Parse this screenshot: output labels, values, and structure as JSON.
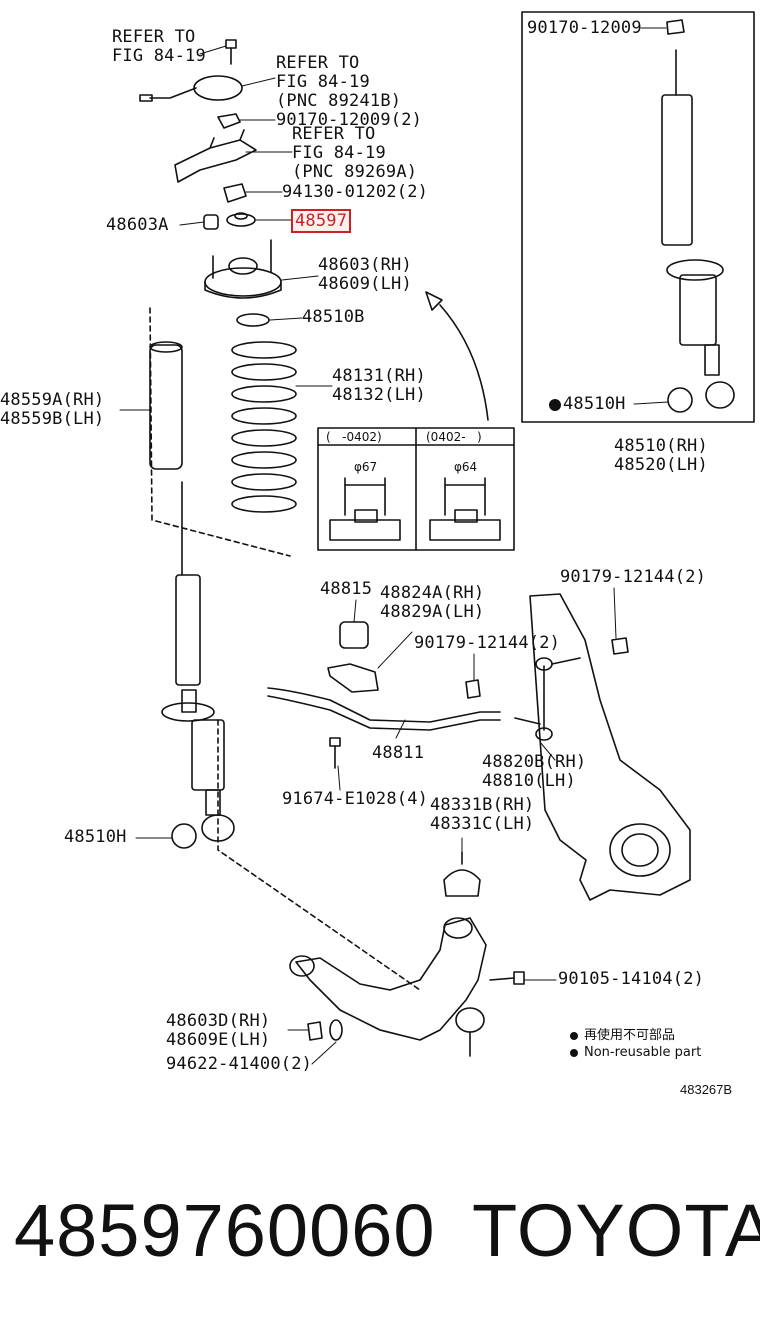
{
  "labels": {
    "refer_top_a": "REFER TO\nFIG 84-19",
    "refer_top_b": "REFER TO\nFIG 84-19\n(PNC 89241B)",
    "pn_90170_2": "90170-12009(2)",
    "refer_mid": "REFER TO\nFIG 84-19\n(PNC 89269A)",
    "pn_94130": "94130-01202(2)",
    "pn_48603a": "48603A",
    "pn_48597": "48597",
    "pn_48603_48609": "48603(RH)\n48609(LH)",
    "pn_48510b": "48510B",
    "pn_48559": "48559A(RH)\n48559B(LH)",
    "pn_48131": "48131(RH)\n48132(LH)",
    "inset_pn_90170": "90170-12009",
    "inset_pn_48510h": "48510H",
    "pn_48510_48520": "48510(RH)\n48520(LH)",
    "variant_a": "(   -0402)",
    "variant_b": "(0402-   )",
    "dia_a": "φ67",
    "dia_b": "φ64",
    "pn_90179_top": "90179-12144(2)",
    "pn_48815": "48815",
    "pn_48824": "48824A(RH)\n48829A(LH)",
    "pn_90179_mid": "90179-12144(2)",
    "pn_48811": "48811",
    "pn_48820": "48820B(RH)\n48810(LH)",
    "pn_91674": "91674-E1028(4)",
    "pn_48331": "48331B(RH)\n48331C(LH)",
    "pn_48510h": "48510H",
    "pn_90105": "90105-14104(2)",
    "pn_48603d": "48603D(RH)\n48609E(LH)",
    "pn_94622": "94622-41400(2)",
    "note_cn": "再使用不可部品",
    "note_en": "Non-reusable part",
    "figure_code": "483267B"
  },
  "footer": {
    "part_number": "4859760060",
    "brand": "TOYOTA"
  },
  "colors": {
    "highlight": "#cc2222",
    "ink": "#111111"
  }
}
